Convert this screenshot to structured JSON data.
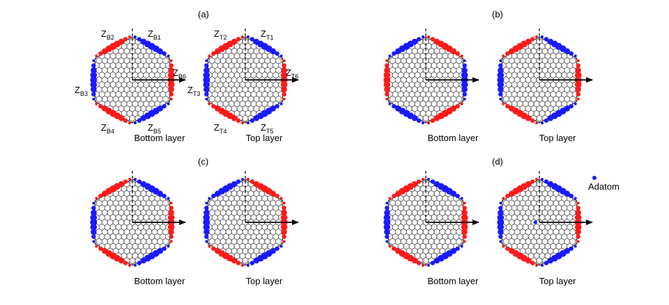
{
  "colors": {
    "red": "#ff1a1a",
    "blue": "#1a1aff",
    "edge": "#000000",
    "lattice": "#000000",
    "background": "#ffffff"
  },
  "layer_labels": {
    "bottom": "Bottom layer",
    "top": "Top layer"
  },
  "adatom_label": "Adatom",
  "zone_labels": {
    "bottom": [
      "ZB1",
      "ZB2",
      "ZB3",
      "ZB4",
      "ZB5",
      "ZB6"
    ],
    "top": [
      "ZT1",
      "ZT2",
      "ZT3",
      "ZT4",
      "ZT5",
      "ZT6"
    ]
  },
  "panels": [
    {
      "label": "(a)",
      "show_zone_labels": true,
      "bottom_edges": [
        "blue",
        "red",
        "blue",
        "red",
        "blue",
        "red"
      ],
      "top_edges": [
        "blue",
        "red",
        "blue",
        "red",
        "blue",
        "red"
      ],
      "adatom": false
    },
    {
      "label": "(b)",
      "show_zone_labels": false,
      "bottom_edges": [
        "red",
        "blue",
        "red",
        "blue",
        "red",
        "blue"
      ],
      "top_edges": [
        "blue",
        "red",
        "blue",
        "red",
        "blue",
        "red"
      ],
      "adatom": false
    },
    {
      "label": "(c)",
      "show_zone_labels": false,
      "bottom_edges": [
        "blue",
        "red",
        "blue",
        "red",
        "blue",
        "red"
      ],
      "top_edges": [
        "red",
        "blue",
        "blue",
        "red",
        "blue",
        "red"
      ],
      "adatom": false
    },
    {
      "label": "(d)",
      "show_zone_labels": false,
      "bottom_edges": [
        "blue",
        "red",
        "blue",
        "red",
        "blue",
        "red"
      ],
      "top_edges": [
        "blue",
        "red",
        "blue",
        "red",
        "blue",
        "red"
      ],
      "adatom": true
    }
  ]
}
